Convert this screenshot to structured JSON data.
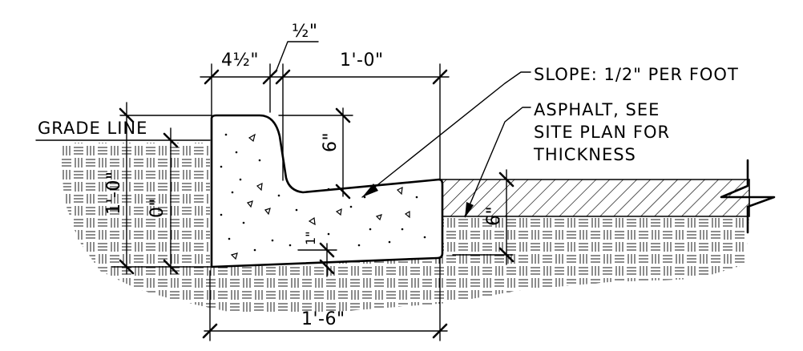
{
  "labels": {
    "grade_line": "GRADE LINE",
    "slope": "SLOPE: 1/2\" PER FOOT",
    "asphalt_1": "ASPHALT, SEE",
    "asphalt_2": "SITE PLAN FOR",
    "asphalt_3": "THICKNESS"
  },
  "dimensions": {
    "top_left": "4½\"",
    "top_mid": "½\"",
    "top_right": "1'-0\"",
    "bottom": "1'-6\"",
    "curb_vertical": "6\"",
    "left_outer": "1'-0\"",
    "left_inner": "0\"",
    "asphalt_depth": "6\"",
    "base_small": "1\""
  }
}
